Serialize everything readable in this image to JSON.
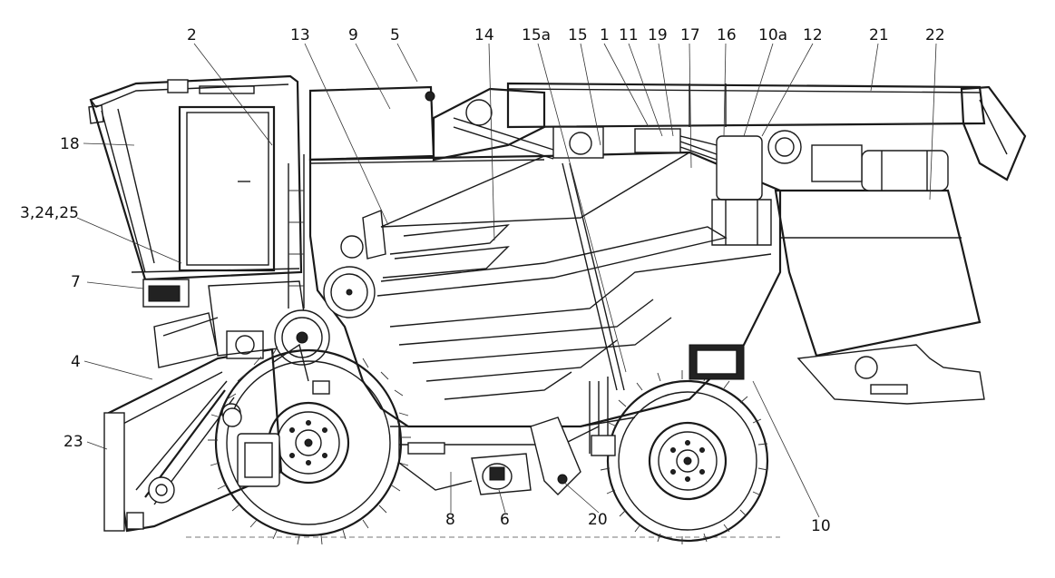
{
  "callouts": [
    {
      "id": "c2",
      "text": "2"
    },
    {
      "id": "c13",
      "text": "13"
    },
    {
      "id": "c9",
      "text": "9"
    },
    {
      "id": "c5",
      "text": "5"
    },
    {
      "id": "c14",
      "text": "14"
    },
    {
      "id": "c15a",
      "text": "15а"
    },
    {
      "id": "c15",
      "text": "15"
    },
    {
      "id": "c1",
      "text": "1"
    },
    {
      "id": "c11",
      "text": "11"
    },
    {
      "id": "c19",
      "text": "19"
    },
    {
      "id": "c17",
      "text": "17"
    },
    {
      "id": "c16",
      "text": "16"
    },
    {
      "id": "c10a",
      "text": "10а"
    },
    {
      "id": "c12",
      "text": "12"
    },
    {
      "id": "c21",
      "text": "21"
    },
    {
      "id": "c22",
      "text": "22"
    },
    {
      "id": "c18",
      "text": "18"
    },
    {
      "id": "c32425",
      "text": "3,24,25"
    },
    {
      "id": "c7",
      "text": "7"
    },
    {
      "id": "c4",
      "text": "4"
    },
    {
      "id": "c23",
      "text": "23"
    },
    {
      "id": "c8",
      "text": "8"
    },
    {
      "id": "c6",
      "text": "6"
    },
    {
      "id": "c20",
      "text": "20"
    },
    {
      "id": "c10",
      "text": "10"
    }
  ]
}
